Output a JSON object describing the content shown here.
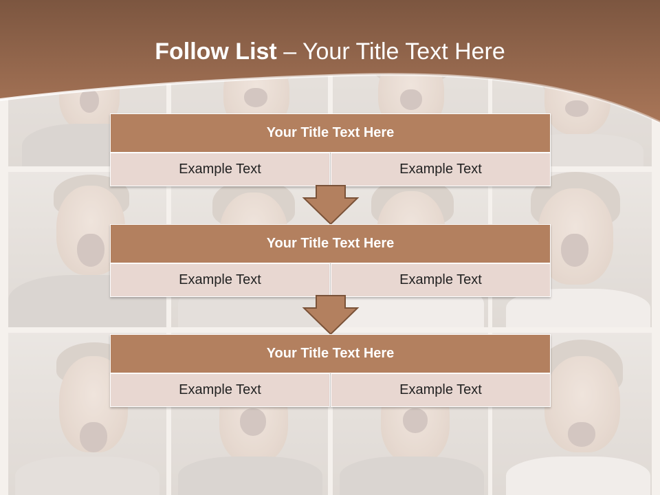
{
  "slide": {
    "title_bold": "Follow List",
    "title_rest": " – Your Title Text Here"
  },
  "blocks": [
    {
      "title": "Your Title Text Here",
      "left": "Example Text",
      "right": "Example Text"
    },
    {
      "title": "Your Title Text Here",
      "left": "Example Text",
      "right": "Example Text"
    },
    {
      "title": "Your Title Text Here",
      "left": "Example Text",
      "right": "Example Text"
    }
  ],
  "colors": {
    "header_brown": "#9a6a4b",
    "title_fill": "#b3805f",
    "cell_fill": "#e8d7d1",
    "arrow_fill": "#b3805f"
  },
  "icons": {
    "flow_arrow": "down-arrow-icon"
  }
}
